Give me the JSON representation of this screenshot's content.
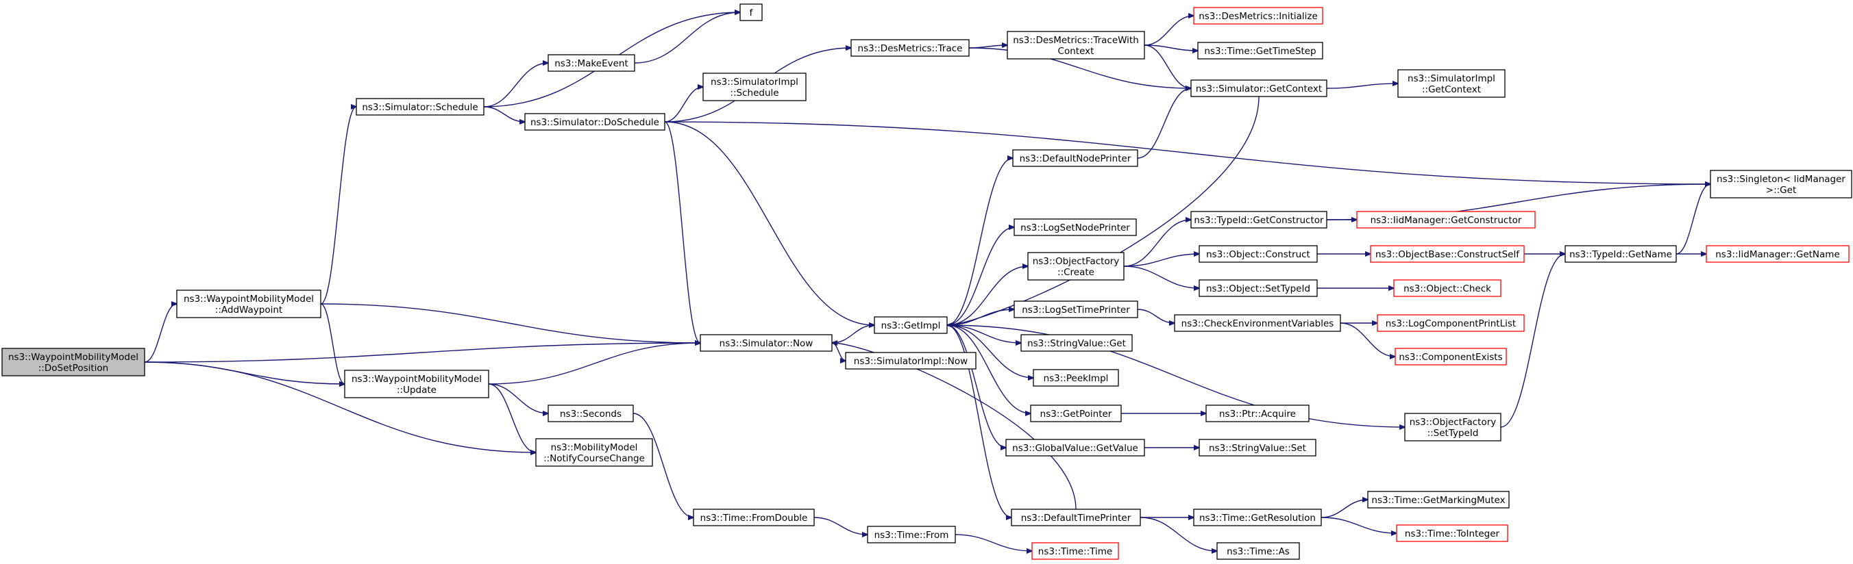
{
  "graph": {
    "nodes": {
      "doset": {
        "lines": [
          "ns3::WaypointMobilityModel",
          "::DoSetPosition"
        ],
        "style": "focus"
      },
      "addwp": {
        "lines": [
          "ns3::WaypointMobilityModel",
          "::AddWaypoint"
        ],
        "style": "normal"
      },
      "update": {
        "lines": [
          "ns3::WaypointMobilityModel",
          "::Update"
        ],
        "style": "normal"
      },
      "notify": {
        "lines": [
          "ns3::MobilityModel",
          "::NotifyCourseChange"
        ],
        "style": "normal"
      },
      "schedule": {
        "lines": [
          "ns3::Simulator::Schedule"
        ],
        "style": "normal"
      },
      "makeevent": {
        "lines": [
          "ns3::MakeEvent"
        ],
        "style": "normal"
      },
      "f": {
        "lines": [
          "f"
        ],
        "style": "normal"
      },
      "doschedule": {
        "lines": [
          "ns3::Simulator::DoSchedule"
        ],
        "style": "normal"
      },
      "dmtrace": {
        "lines": [
          "ns3::DesMetrics::Trace"
        ],
        "style": "normal"
      },
      "simimplsched": {
        "lines": [
          "ns3::SimulatorImpl",
          "::Schedule"
        ],
        "style": "normal"
      },
      "dmtracewith": {
        "lines": [
          "ns3::DesMetrics::TraceWith",
          "Context"
        ],
        "style": "normal"
      },
      "dminit": {
        "lines": [
          "ns3::DesMetrics::Initialize"
        ],
        "style": "red"
      },
      "gettimestep": {
        "lines": [
          "ns3::Time::GetTimeStep"
        ],
        "style": "normal"
      },
      "simgetctx": {
        "lines": [
          "ns3::Simulator::GetContext"
        ],
        "style": "normal"
      },
      "simimplgetctx": {
        "lines": [
          "ns3::SimulatorImpl",
          "::GetContext"
        ],
        "style": "normal"
      },
      "singleton": {
        "lines": [
          "ns3::Singleton< IidManager",
          ">::Get"
        ],
        "style": "normal"
      },
      "now": {
        "lines": [
          "ns3::Simulator::Now"
        ],
        "style": "normal"
      },
      "simimplnow": {
        "lines": [
          "ns3::SimulatorImpl::Now"
        ],
        "style": "normal"
      },
      "getimpl": {
        "lines": [
          "ns3::GetImpl"
        ],
        "style": "normal"
      },
      "defnodeprinter": {
        "lines": [
          "ns3::DefaultNodePrinter"
        ],
        "style": "normal"
      },
      "logsetnode": {
        "lines": [
          "ns3::LogSetNodePrinter"
        ],
        "style": "normal"
      },
      "ofcreate": {
        "lines": [
          "ns3::ObjectFactory",
          "::Create"
        ],
        "style": "normal"
      },
      "logsettime": {
        "lines": [
          "ns3::LogSetTimePrinter"
        ],
        "style": "normal"
      },
      "stringget": {
        "lines": [
          "ns3::StringValue::Get"
        ],
        "style": "normal"
      },
      "peekimpl": {
        "lines": [
          "ns3::PeekImpl"
        ],
        "style": "normal"
      },
      "getpointer": {
        "lines": [
          "ns3::GetPointer"
        ],
        "style": "normal"
      },
      "gvgetvalue": {
        "lines": [
          "ns3::GlobalValue::GetValue"
        ],
        "style": "normal"
      },
      "deftimeprinter": {
        "lines": [
          "ns3::DefaultTimePrinter"
        ],
        "style": "normal"
      },
      "seconds": {
        "lines": [
          "ns3::Seconds"
        ],
        "style": "normal"
      },
      "fromdouble": {
        "lines": [
          "ns3::Time::FromDouble"
        ],
        "style": "normal"
      },
      "timefrom": {
        "lines": [
          "ns3::Time::From"
        ],
        "style": "normal"
      },
      "timetime": {
        "lines": [
          "ns3::Time::Time"
        ],
        "style": "red"
      },
      "tidgetctor": {
        "lines": [
          "ns3::TypeId::GetConstructor"
        ],
        "style": "normal"
      },
      "iidgetctor": {
        "lines": [
          "ns3::IidManager::GetConstructor"
        ],
        "style": "red"
      },
      "objconstruct": {
        "lines": [
          "ns3::Object::Construct"
        ],
        "style": "normal"
      },
      "obconstructself": {
        "lines": [
          "ns3::ObjectBase::ConstructSelf"
        ],
        "style": "red"
      },
      "tidgetname": {
        "lines": [
          "ns3::TypeId::GetName"
        ],
        "style": "normal"
      },
      "iidgetname": {
        "lines": [
          "ns3::IidManager::GetName"
        ],
        "style": "red"
      },
      "objsettypeid": {
        "lines": [
          "ns3::Object::SetTypeId"
        ],
        "style": "normal"
      },
      "objcheck": {
        "lines": [
          "ns3::Object::Check"
        ],
        "style": "red"
      },
      "checkenv": {
        "lines": [
          "ns3::CheckEnvironmentVariables"
        ],
        "style": "normal"
      },
      "logcompprint": {
        "lines": [
          "ns3::LogComponentPrintList"
        ],
        "style": "red"
      },
      "compexists": {
        "lines": [
          "ns3::ComponentExists"
        ],
        "style": "red"
      },
      "ptracquire": {
        "lines": [
          "ns3::Ptr::Acquire"
        ],
        "style": "normal"
      },
      "stringset": {
        "lines": [
          "ns3::StringValue::Set"
        ],
        "style": "normal"
      },
      "ofsettypeid": {
        "lines": [
          "ns3::ObjectFactory",
          "::SetTypeId"
        ],
        "style": "normal"
      },
      "getresolution": {
        "lines": [
          "ns3::Time::GetResolution"
        ],
        "style": "normal"
      },
      "timeas": {
        "lines": [
          "ns3::Time::As"
        ],
        "style": "normal"
      },
      "getmarkingmutex": {
        "lines": [
          "ns3::Time::GetMarkingMutex"
        ],
        "style": "normal"
      },
      "tointeger": {
        "lines": [
          "ns3::Time::ToInteger"
        ],
        "style": "red"
      }
    }
  }
}
